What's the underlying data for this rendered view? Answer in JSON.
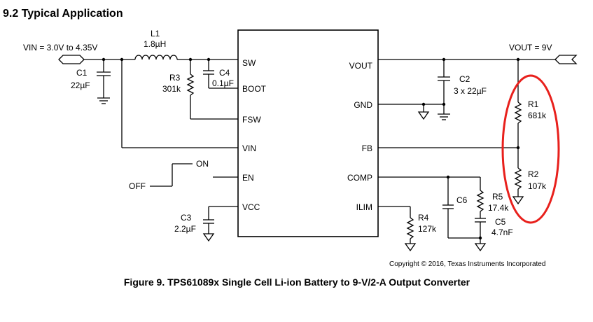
{
  "section_title": "9.2  Typical Application",
  "caption": "Figure 9.  TPS61089x Single Cell Li-ion Battery to 9-V/2-A Output Converter",
  "copyright": "Copyright © 2016, Texas Instruments Incorporated",
  "vin": "VIN = 3.0V to 4.35V",
  "vout": "VOUT = 9V",
  "pins_left": [
    "SW",
    "BOOT",
    "FSW",
    "VIN",
    "EN",
    "VCC"
  ],
  "pins_right": [
    "VOUT",
    "GND",
    "FB",
    "COMP",
    "ILIM"
  ],
  "components": {
    "L1": {
      "name": "L1",
      "value": "1.8µH"
    },
    "C1": {
      "name": "C1",
      "value": "22µF"
    },
    "R3": {
      "name": "R3",
      "value": "301k"
    },
    "C4": {
      "name": "C4",
      "value": "0.1µF"
    },
    "C2": {
      "name": "C2",
      "value": "3 x 22µF"
    },
    "R1": {
      "name": "R1",
      "value": "681k"
    },
    "R2": {
      "name": "R2",
      "value": "107k"
    },
    "C3": {
      "name": "C3",
      "value": "2.2µF"
    },
    "R4": {
      "name": "R4",
      "value": "127k"
    },
    "C6": {
      "name": "C6",
      "value": ""
    },
    "R5": {
      "name": "R5",
      "value": "17.4k"
    },
    "C5": {
      "name": "C5",
      "value": "4.7nF"
    }
  },
  "switch": {
    "on": "ON",
    "off": "OFF"
  },
  "highlight_color": "#e8201c"
}
